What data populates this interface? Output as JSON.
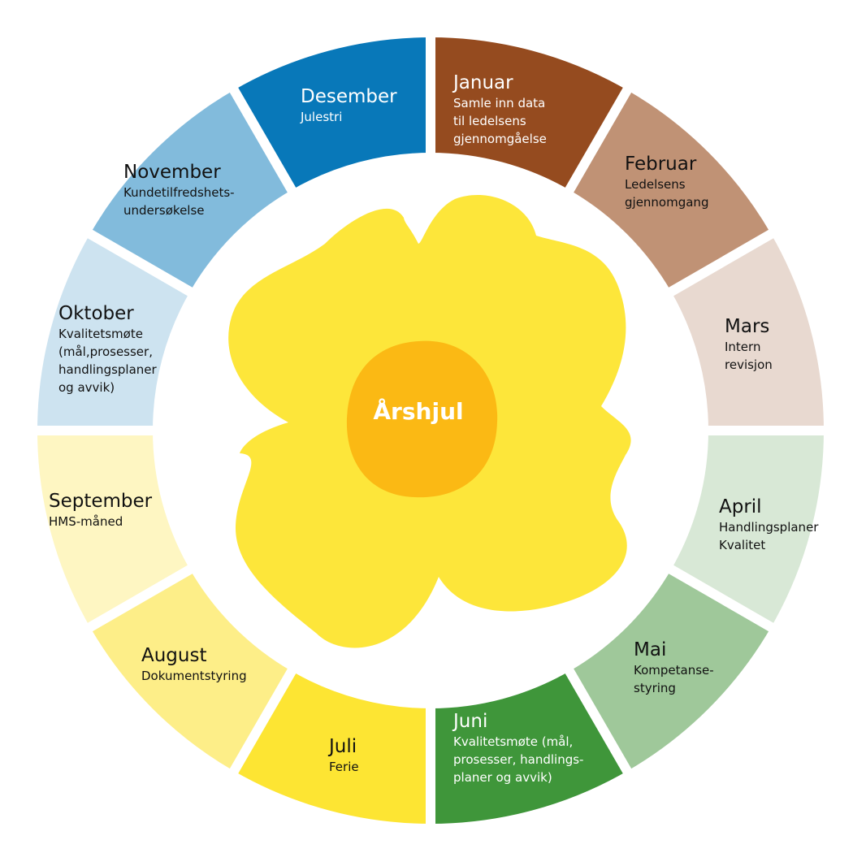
{
  "center_title": "Årshjul",
  "colors": {
    "flower": "#fde63a",
    "flower_center": "#fbb914"
  },
  "months": [
    {
      "name": "Januar",
      "lines": [
        "Samle inn data",
        "til ledelsens",
        "gjennomgåelse"
      ],
      "color": "#954b1f",
      "text_color": "#ffffff"
    },
    {
      "name": "Februar",
      "lines": [
        "Ledelsens",
        "gjennomgang"
      ],
      "color": "#c09275",
      "text_color": "#111111"
    },
    {
      "name": "Mars",
      "lines": [
        "Intern",
        "revisjon"
      ],
      "color": "#e8d9d0",
      "text_color": "#111111"
    },
    {
      "name": "April",
      "lines": [
        "Handlingsplaner",
        "Kvalitet"
      ],
      "color": "#d8e8d6",
      "text_color": "#111111"
    },
    {
      "name": "Mai",
      "lines": [
        "Kompetanse-",
        "styring"
      ],
      "color": "#9fc89a",
      "text_color": "#111111"
    },
    {
      "name": "Juni",
      "lines": [
        "Kvalitetsmøte (mål,",
        "prosesser, handlings-",
        "planer og avvik)"
      ],
      "color": "#3f963a",
      "text_color": "#ffffff"
    },
    {
      "name": "Juli",
      "lines": [
        "Ferie"
      ],
      "color": "#fde533",
      "text_color": "#111111"
    },
    {
      "name": "August",
      "lines": [
        "Dokumentstyring"
      ],
      "color": "#fdee88",
      "text_color": "#111111"
    },
    {
      "name": "September",
      "lines": [
        "HMS-måned"
      ],
      "color": "#fef6c2",
      "text_color": "#111111"
    },
    {
      "name": "Oktober",
      "lines": [
        "Kvalitetsmøte",
        "(mål,prosesser,",
        "handlingsplaner",
        "og avvik)"
      ],
      "color": "#cde3f0",
      "text_color": "#111111"
    },
    {
      "name": "November",
      "lines": [
        "Kundetilfredshets-",
        "undersøkelse"
      ],
      "color": "#82bbdc",
      "text_color": "#111111"
    },
    {
      "name": "Desember",
      "lines": [
        "Julestri"
      ],
      "color": "#0878b9",
      "text_color": "#ffffff"
    }
  ]
}
